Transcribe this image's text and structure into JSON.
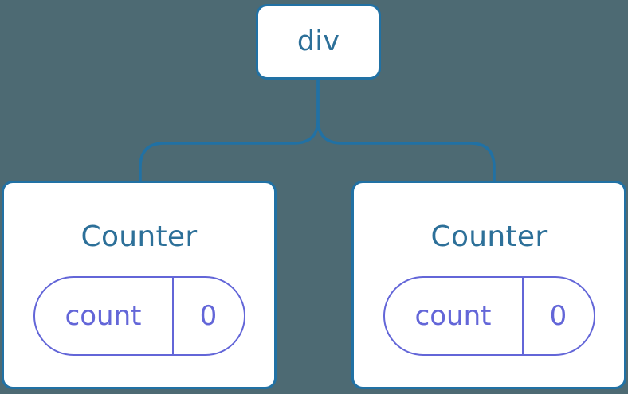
{
  "diagram": {
    "type": "component-tree",
    "background_color": "#4d6a73",
    "edge_color": "#2171a4",
    "node_border_color": "#2171a4",
    "node_fill_color": "#ffffff",
    "title_color": "#2d7099",
    "state_color": "#6366d8",
    "root": {
      "id": "div",
      "label": "div"
    },
    "children": [
      {
        "id": "counter-left",
        "label": "Counter",
        "state": {
          "key": "count",
          "value": "0"
        }
      },
      {
        "id": "counter-right",
        "label": "Counter",
        "state": {
          "key": "count",
          "value": "0"
        }
      }
    ],
    "edges": [
      {
        "from": "div",
        "to": "counter-left"
      },
      {
        "from": "div",
        "to": "counter-right"
      }
    ]
  }
}
